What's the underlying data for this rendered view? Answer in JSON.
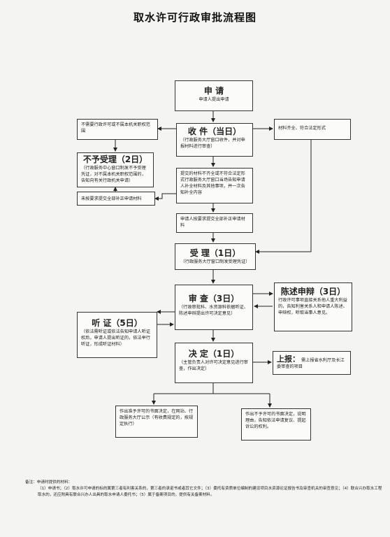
{
  "title": "取水许可行政审批流程图",
  "apply": {
    "title": "申 请",
    "sub": "申请人提出申请"
  },
  "not_in_scope": "不需要行政许可或不属本机关职权范围",
  "receive": {
    "title": "收 件（当日）",
    "sub": "（行政服务大厅窗口收件，并对申报材料进行审查）"
  },
  "materials_ok": "材料齐全、符合法定形式",
  "reject": {
    "title": "不予受理（2日）",
    "sub": "（行政服务中心窗口制发不予受理凭证，对不属本机关职权范围的，告知向有关行政机关申请）"
  },
  "incomplete": "提交的材料不齐全或不符合法定形式行政服务大厅窗口当场告知申请人补全材料及其他事项，并一次告知补全内容",
  "not_supplemented": "未按要求提交全部补正申请材料",
  "supplemented": "申请人按要求提交全部补正申请材料",
  "accept": {
    "title": "受 理（1日）",
    "sub": "（行政服务大厅窗口制发受理凭证）"
  },
  "review": {
    "title": "审 查（3日）",
    "sub": "（行政审批科、水资源科依据听证、陈述申辩提出许可决定意见）"
  },
  "statement": {
    "title": "陈述申辩（3日）",
    "sub": "行政许可事项直接关系他人重大利益的，告知利害关系人和申请人陈述、申辩权，听取当事人意见。"
  },
  "hearing": {
    "title": "听 证（5日）",
    "sub": "（依法需听证或依法告知申请人听证权后，申请人提出听证的，依法举行听证，形成听证材料）"
  },
  "decision": {
    "title": "决 定（1日）",
    "sub": "（主管负责人对许可决定意见进行审查，作出决定）"
  },
  "report": {
    "title": "上报：",
    "sub": "需上报省水利厅及长江委审查的项目"
  },
  "grant": "作出准予许可的书面决定，在网站、行政服务大厅公示（有收费规定的，按规定执行）",
  "deny": "作出不予许可的书面决定，说明理由，告知依法申请复议、提起诉讼的权利。",
  "notes": {
    "heading": "备注：申请时提供的材料：",
    "line1": "（1）申请书；（2）取水许可申请的标的属第三者有利害关系的，第三者的承诺书或者其它文件；（3）委托有资质单位编制的建设项目水资源论证报告书及审查机关的审查意见；（4）联合兴办取水工程取水的，还应附具有联合兴办人出具的取水申请人委托书；（5）属于备案项目的，提供有关备案材料。"
  }
}
